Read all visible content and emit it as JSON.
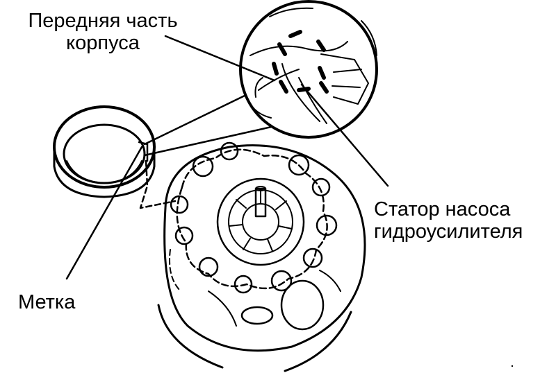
{
  "labels": {
    "front_housing": [
      "Передняя часть",
      "корпуса"
    ],
    "stator": [
      "Статор насоса",
      "гидроусилителя"
    ],
    "mark": "Метка"
  },
  "colors": {
    "ink": "#000000",
    "background": "#ffffff"
  }
}
